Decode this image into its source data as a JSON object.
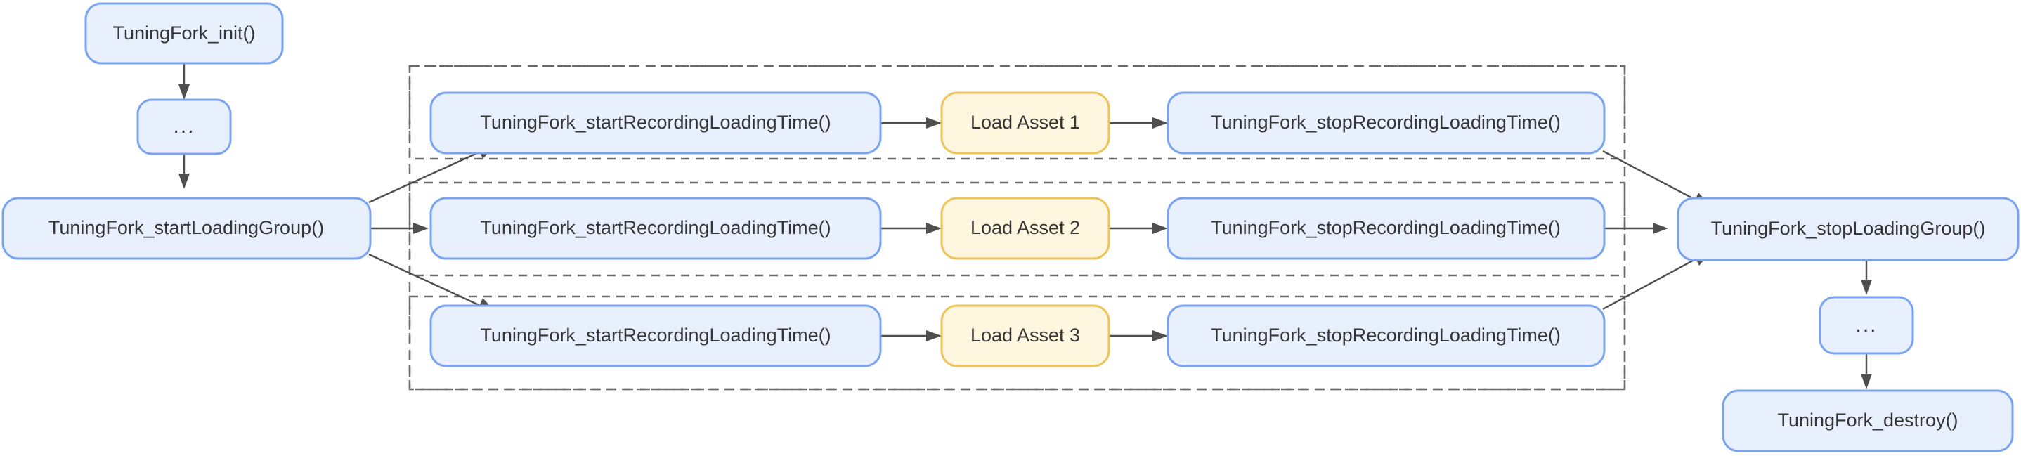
{
  "diagram": {
    "title": "TuningFork loading-time instrumentation flow",
    "type": "flowchart",
    "direction": "left-to-right",
    "colors": {
      "node_fill": "#e8effd",
      "node_stroke": "#7aa3f0",
      "accent_node_fill": "#fff6df",
      "accent_node_stroke": "#eec35a",
      "edge": "#4f4f4f",
      "cluster_stroke": "#6a6a6a",
      "text": "#353535",
      "background": "#ffffff"
    },
    "nodes": {
      "init": {
        "label": "TuningFork_init()",
        "shape": "rounded",
        "style": "blue"
      },
      "ellipsis_top": {
        "label": "...",
        "shape": "rounded",
        "style": "blue"
      },
      "start_group": {
        "label": "TuningFork_startLoadingGroup()",
        "shape": "rounded",
        "style": "blue"
      },
      "row1_start": {
        "label": "TuningFork_startRecordingLoadingTime()",
        "shape": "rounded",
        "style": "blue"
      },
      "row1_asset": {
        "label": "Load Asset 1",
        "shape": "rounded",
        "style": "yellow"
      },
      "row1_stop": {
        "label": "TuningFork_stopRecordingLoadingTime()",
        "shape": "rounded",
        "style": "blue"
      },
      "row2_start": {
        "label": "TuningFork_startRecordingLoadingTime()",
        "shape": "rounded",
        "style": "blue"
      },
      "row2_asset": {
        "label": "Load Asset 2",
        "shape": "rounded",
        "style": "yellow"
      },
      "row2_stop": {
        "label": "TuningFork_stopRecordingLoadingTime()",
        "shape": "rounded",
        "style": "blue"
      },
      "row3_start": {
        "label": "TuningFork_startRecordingLoadingTime()",
        "shape": "rounded",
        "style": "blue"
      },
      "row3_asset": {
        "label": "Load Asset 3",
        "shape": "rounded",
        "style": "yellow"
      },
      "row3_stop": {
        "label": "TuningFork_stopRecordingLoadingTime()",
        "shape": "rounded",
        "style": "blue"
      },
      "stop_group": {
        "label": "TuningFork_stopLoadingGroup()",
        "shape": "rounded",
        "style": "blue"
      },
      "ellipsis_bottom": {
        "label": "...",
        "shape": "rounded",
        "style": "blue"
      },
      "destroy": {
        "label": "TuningFork_destroy()",
        "shape": "rounded",
        "style": "blue"
      }
    },
    "clusters": [
      {
        "id": "outer",
        "label": ""
      },
      {
        "id": "row1",
        "label": ""
      },
      {
        "id": "row2",
        "label": ""
      },
      {
        "id": "row3",
        "label": ""
      }
    ],
    "edges": [
      {
        "from": "init",
        "to": "ellipsis_top"
      },
      {
        "from": "ellipsis_top",
        "to": "start_group"
      },
      {
        "from": "start_group",
        "to": "row1_start"
      },
      {
        "from": "start_group",
        "to": "row2_start"
      },
      {
        "from": "start_group",
        "to": "row3_start"
      },
      {
        "from": "row1_start",
        "to": "row1_asset"
      },
      {
        "from": "row1_asset",
        "to": "row1_stop"
      },
      {
        "from": "row2_start",
        "to": "row2_asset"
      },
      {
        "from": "row2_asset",
        "to": "row2_stop"
      },
      {
        "from": "row3_start",
        "to": "row3_asset"
      },
      {
        "from": "row3_asset",
        "to": "row3_stop"
      },
      {
        "from": "row1_stop",
        "to": "stop_group"
      },
      {
        "from": "row2_stop",
        "to": "stop_group"
      },
      {
        "from": "row3_stop",
        "to": "stop_group"
      },
      {
        "from": "stop_group",
        "to": "ellipsis_bottom"
      },
      {
        "from": "ellipsis_bottom",
        "to": "destroy"
      }
    ]
  }
}
